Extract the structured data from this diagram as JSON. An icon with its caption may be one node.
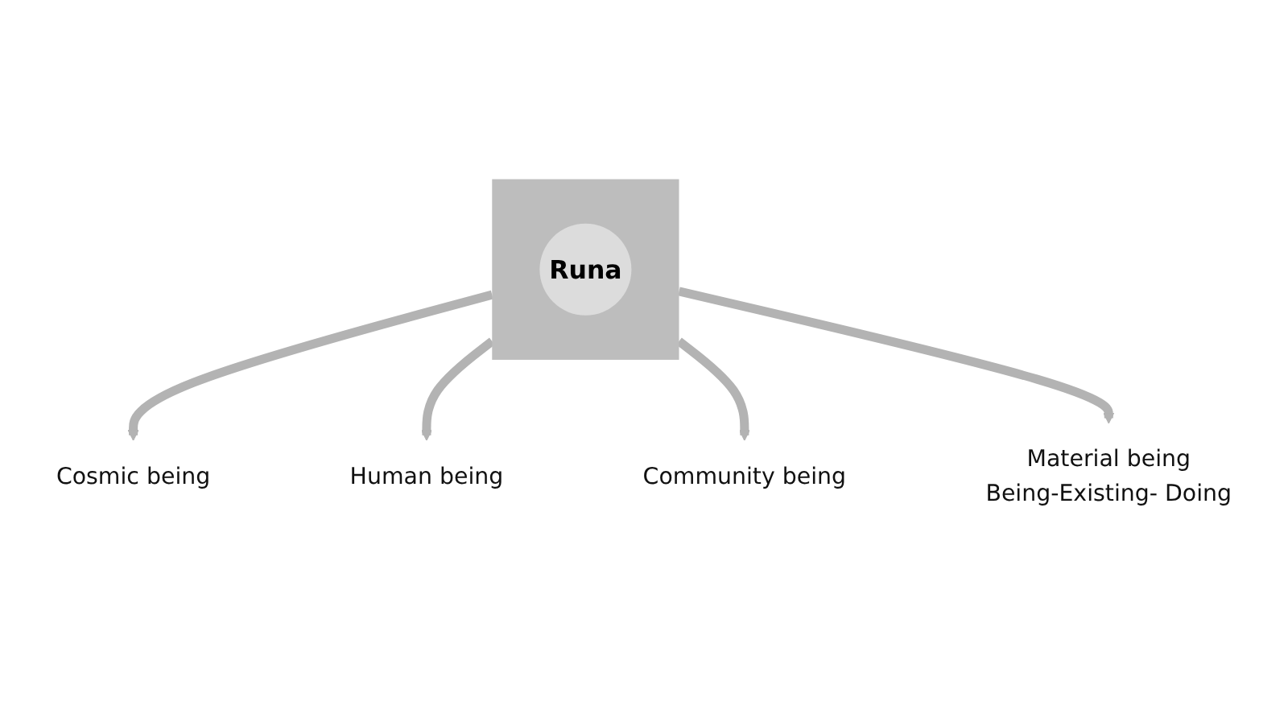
{
  "diagram": {
    "nodes": [
      {
        "text": [],
        "shape": "box"
      },
      {
        "text": [
          "Runa"
        ],
        "in": 0
      },
      {
        "text": [
          "Cosmic being"
        ]
      },
      {
        "text": [
          "Human being"
        ]
      },
      {
        "text": [
          "Community being"
        ]
      },
      {
        "text": [
          "Material being",
          "Being-Existing- Doing"
        ]
      }
    ],
    "edges": [
      {
        "from": 0,
        "to": 2,
        "arrow": "to"
      },
      {
        "from": 0,
        "to": 3,
        "arrow": "to"
      },
      {
        "from": 0,
        "to": 4,
        "arrow": "to"
      },
      {
        "from": 0,
        "to": 5,
        "arrow": "to"
      }
    ]
  }
}
